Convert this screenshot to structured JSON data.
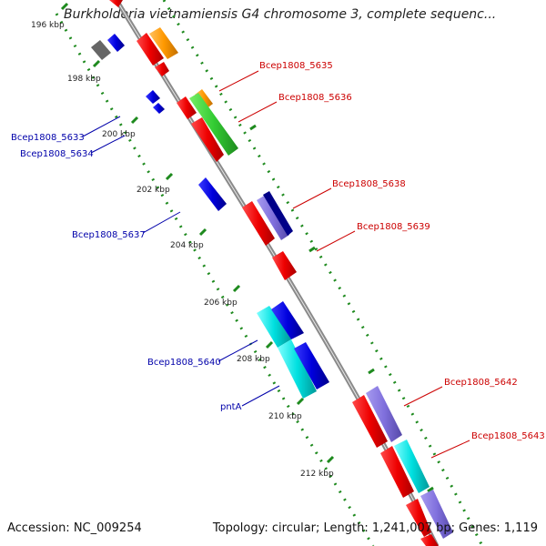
{
  "title": "Burkholderia vietnamiensis G4 chromosome 3, complete sequenc...",
  "footer": {
    "accession": "Accession: NC_009254",
    "summary": "Topology: circular; Length: 1,241,007 bp; Genes: 1,119"
  },
  "kbp_labels": [
    "196 kbp",
    "198 kbp",
    "200 kbp",
    "202 kbp",
    "204 kbp",
    "206 kbp",
    "208 kbp",
    "210 kbp",
    "212 kbp"
  ],
  "gene_labels": {
    "forward": [
      "Bcep1808_5635",
      "Bcep1808_5636",
      "Bcep1808_5638",
      "Bcep1808_5639",
      "Bcep1808_5642",
      "Bcep1808_5643"
    ],
    "reverse": [
      "Bcep1808_5633",
      "Bcep1808_5634",
      "Bcep1808_5637",
      "Bcep1808_5640",
      "pntA"
    ]
  },
  "colors": {
    "forward_label": "#cc0000",
    "reverse_label": "#0000aa",
    "backbone": "#8a8a8a",
    "tick": "#1e8a1e",
    "red_gene": "#ee0000",
    "blue_gene": "#0000dd",
    "green_gene": "#33cc33",
    "orange_gene": "#ff9900",
    "cyan_gene": "#00dddd",
    "lavender_gene": "#8877dd",
    "navy_gene": "#000088",
    "gray_gene": "#666666"
  }
}
